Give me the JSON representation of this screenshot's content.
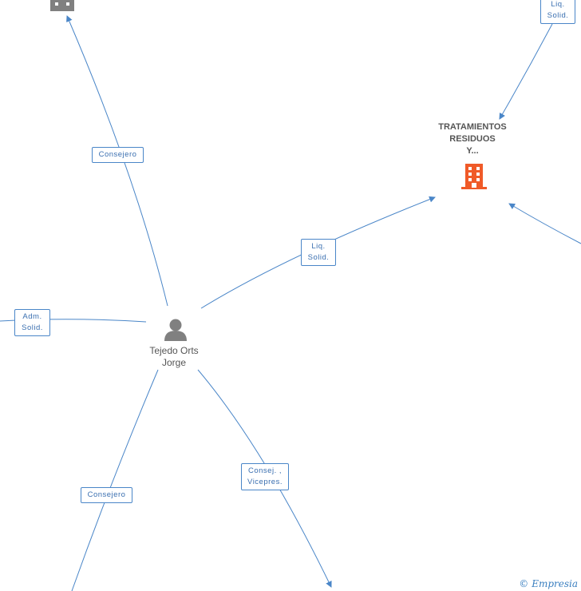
{
  "person": {
    "name_line1": "Tejedo Orts",
    "name_line2": "Jorge"
  },
  "company": {
    "line1": "TRATAMIENTOS",
    "line2": "RESIDUOS",
    "line3": "Y..."
  },
  "labels": {
    "consejero_top": "Consejero",
    "liq_top_1": "Liq.",
    "liq_top_2": "Solid.",
    "liq_mid_1": "Liq.",
    "liq_mid_2": "Solid.",
    "adm_1": "Adm.",
    "adm_2": "Solid.",
    "consej_1": "Consej. ,",
    "consej_2": "Vicepres.",
    "consejero_bottom": "Consejero"
  },
  "brand": {
    "copyright": "©",
    "name": "Empresia"
  },
  "colors": {
    "edge": "#4a86c8",
    "company_icon": "#f05a28",
    "gray_icon": "#808080"
  }
}
